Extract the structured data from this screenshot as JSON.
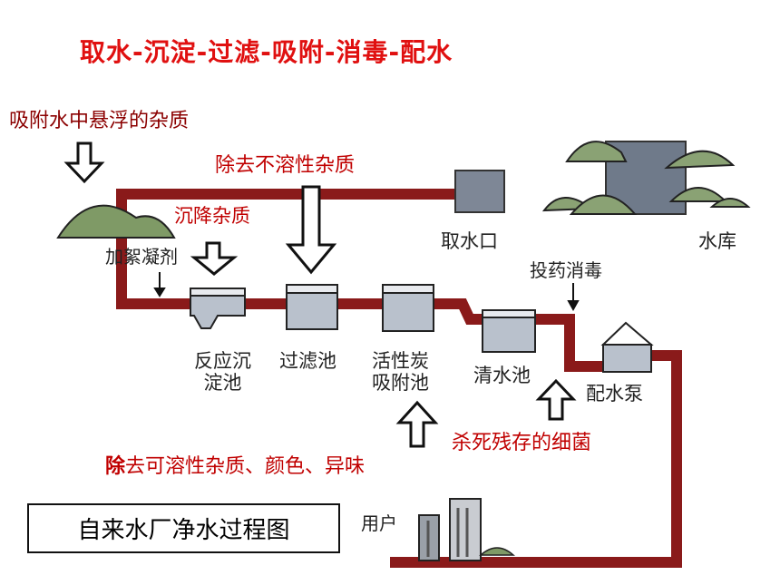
{
  "title": "取水-沉淀-过滤-吸附-消毒-配水",
  "annotations": {
    "adsorb_suspended": "吸附水中悬浮的杂质",
    "remove_insoluble": "除去不溶性杂质",
    "sedimentation": "沉降杂质",
    "dosing_disinfect": "投药消毒",
    "kill_bacteria": "杀死残存的细菌",
    "remove_soluble_prefix": "除",
    "remove_soluble_rest": "去可溶性杂质、颜色、异味"
  },
  "stages": {
    "intake": "取水口",
    "reservoir": "水库",
    "coagulant": "加絮凝剂",
    "reaction_tank_line1": "反应沉",
    "reaction_tank_line2": "淀池",
    "filter_tank": "过滤池",
    "carbon_tank_line1": "活性炭",
    "carbon_tank_line2": "吸附池",
    "clear_tank": "清水池",
    "pump": "配水泵",
    "user": "用户"
  },
  "caption": "自来水厂净水过程图",
  "colors": {
    "pipe": "#8a1a1a",
    "tank": "#b9c1cc",
    "hill": "#7f9a66",
    "title": "#e01010",
    "annotation": "#c00000"
  }
}
